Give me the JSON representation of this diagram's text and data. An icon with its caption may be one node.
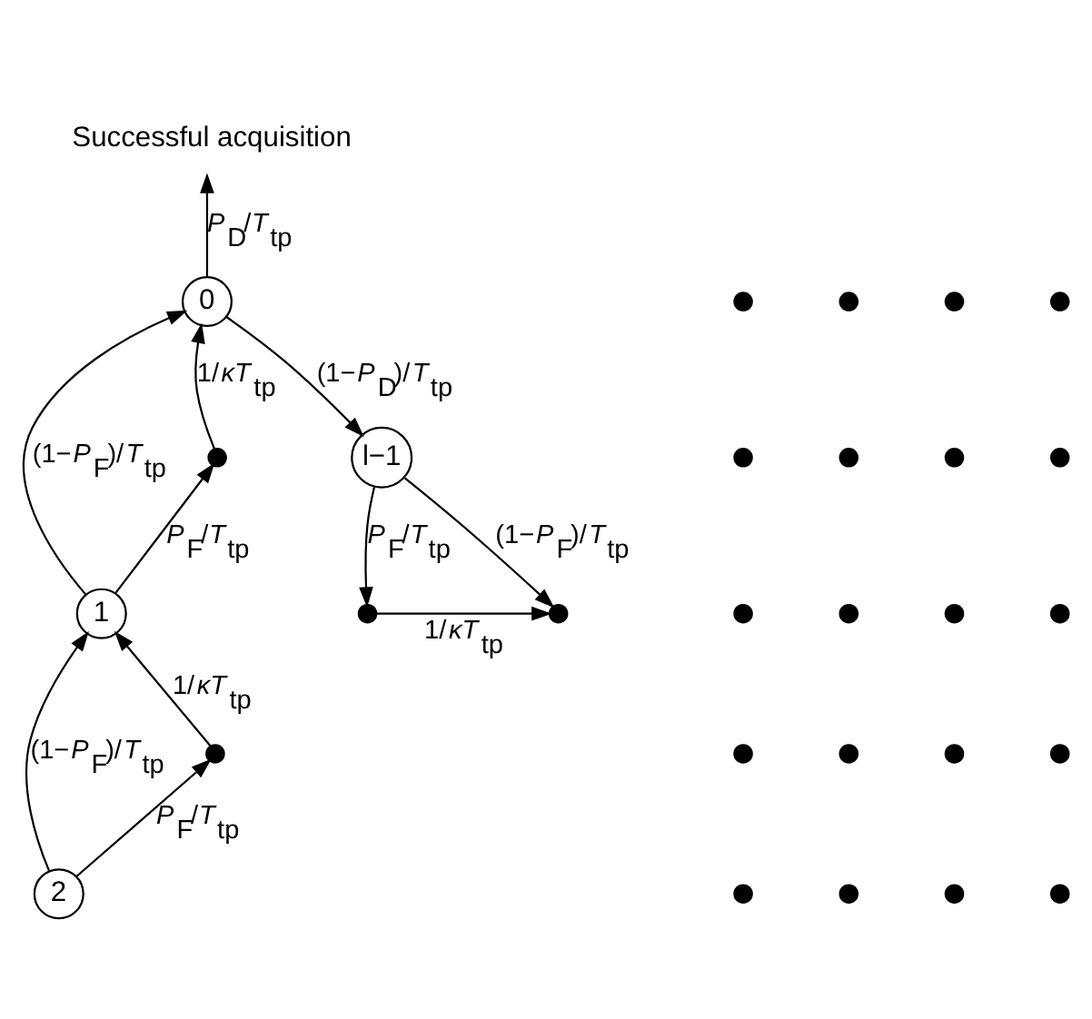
{
  "diagram": {
    "nodes": [
      {
        "text": [
          "Successful acquisition"
        ]
      },
      {
        "text": [
          "0"
        ]
      },
      {
        "text": [
          "1"
        ]
      },
      {
        "text": [
          "l−1"
        ]
      },
      {
        "text": [],
        "shape": "dot"
      },
      {
        "text": [
          "2"
        ]
      },
      {
        "text": [],
        "shape": "dot"
      },
      {
        "text": [],
        "shape": "dot"
      },
      {
        "text": [],
        "shape": "dot"
      },
      {
        "text": [],
        "shape": "dot"
      },
      {
        "text": [],
        "shape": "dot"
      },
      {
        "text": [],
        "shape": "dot"
      },
      {
        "text": [],
        "shape": "dot"
      },
      {
        "text": [],
        "shape": "dot"
      },
      {
        "text": [],
        "shape": "dot"
      },
      {
        "text": [],
        "shape": "dot"
      },
      {
        "text": [],
        "shape": "dot"
      },
      {
        "text": [],
        "shape": "dot"
      },
      {
        "text": [],
        "shape": "dot"
      },
      {
        "text": [],
        "shape": "dot"
      },
      {
        "text": [],
        "shape": "dot"
      },
      {
        "text": [],
        "shape": "dot"
      },
      {
        "text": [],
        "shape": "dot"
      },
      {
        "text": [],
        "shape": "dot"
      },
      {
        "text": [],
        "shape": "dot"
      },
      {
        "text": [],
        "shape": "dot"
      },
      {
        "text": [],
        "shape": "dot"
      },
      {
        "text": [],
        "shape": "dot"
      },
      {
        "text": [],
        "shape": "dot"
      }
    ],
    "edges": [
      {
        "from": 1,
        "to": 0,
        "arrow": "to",
        "label": "*P*$_{D}$/*T*$_{tp}$"
      },
      {
        "from": 2,
        "to": 1,
        "arrow": "to",
        "label": "(1−*P*$_{F}$)/*T*$_{tp}$"
      },
      {
        "from": 2,
        "to": 4,
        "arrow": "to",
        "label": "*P*$_{F}$/*T*$_{tp}$"
      },
      {
        "from": 4,
        "to": 1,
        "arrow": "to",
        "label": "1/*κT*$_{tp}$"
      },
      {
        "from": 1,
        "to": 3,
        "arrow": "to",
        "label": "(1−*P*$_{D}$)/*T*$_{tp}$"
      },
      {
        "from": 5,
        "to": 2,
        "arrow": "to",
        "label": "(1−*P*$_{F}$)/*T*$_{tp}$"
      },
      {
        "from": 5,
        "to": 6,
        "arrow": "to",
        "label": "*P*$_{F}$/*T*$_{tp}$"
      },
      {
        "from": 6,
        "to": 2,
        "arrow": "to",
        "label": "1/*κT*$_{tp}$"
      },
      {
        "from": 3,
        "to": 7,
        "arrow": "to",
        "label": "*P*$_{F}$/*T*$_{tp}$"
      },
      {
        "from": 3,
        "to": 8,
        "arrow": "to",
        "label": "(1−*P*$_{F}$)/*T*$_{tp}$"
      },
      {
        "from": 7,
        "to": 8,
        "arrow": "to",
        "label": "1/*κT*$_{tp}$"
      }
    ]
  }
}
